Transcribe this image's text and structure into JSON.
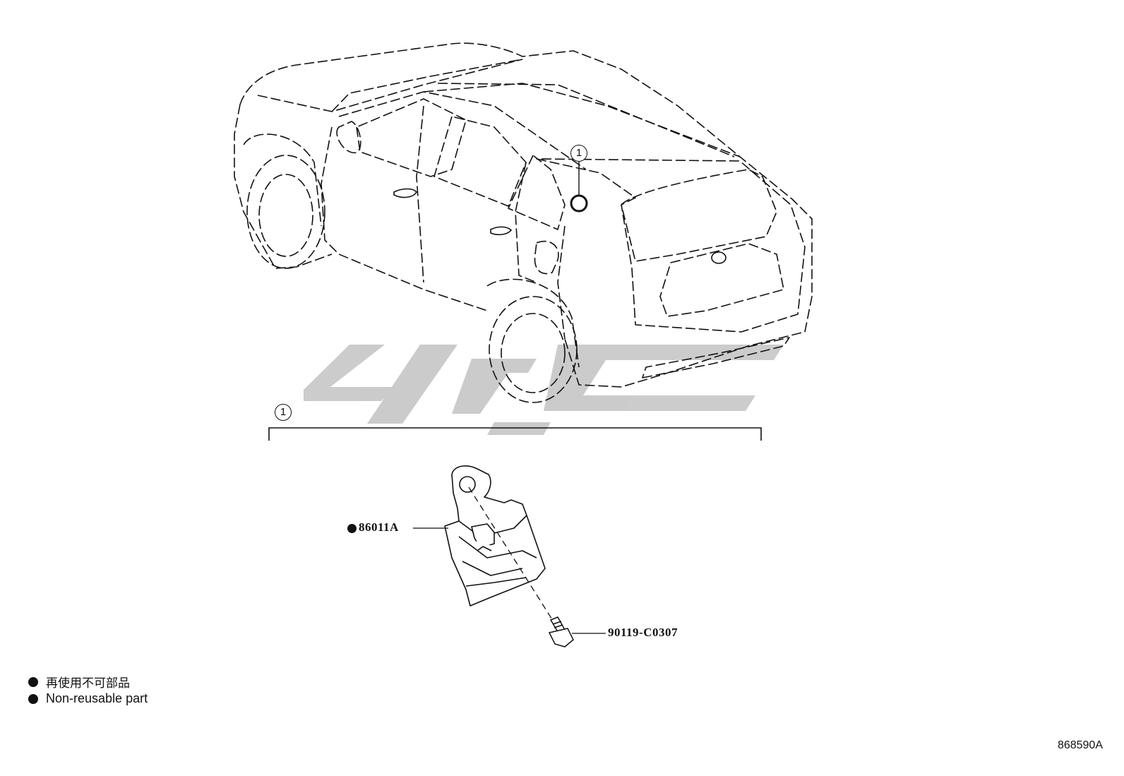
{
  "diagram": {
    "callout_number": "1",
    "watermark_color": "#c9c9c9",
    "parts": [
      {
        "id": "part-86011A",
        "label": "86011A",
        "non_reusable": true
      },
      {
        "id": "part-bolt",
        "label": "90119-C0307",
        "non_reusable": false
      }
    ],
    "legend": [
      {
        "text": "再使用不可部品"
      },
      {
        "text": "Non-reusable part"
      }
    ],
    "diagram_code": "868590A"
  }
}
